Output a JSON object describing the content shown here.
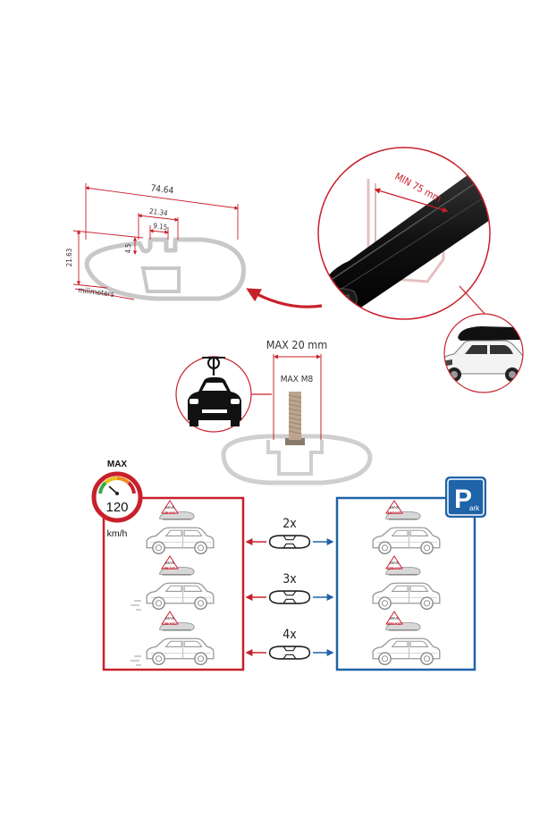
{
  "profile": {
    "width_dim": "74.64",
    "height_dim": "21.63",
    "slot_outer_dim": "21.34",
    "slot_inner_dim": "9.15",
    "slot_depth_dim": "4.5",
    "unit_label": "milimeters"
  },
  "zoom": {
    "min_label": "MIN 75 mm"
  },
  "bolt": {
    "max_length": "MAX 20 mm",
    "bolt_size": "MAX M8"
  },
  "speed_sign": {
    "max_label": "MAX",
    "speed_value": "120",
    "speed_unit": "km/h"
  },
  "park_sign": {
    "letter": "P",
    "suffix": "ark"
  },
  "loads": [
    {
      "support_count": "2x",
      "driving_load": "25 KG",
      "parked_load": "150 KG"
    },
    {
      "support_count": "3x",
      "driving_load": "35 KG",
      "parked_load": "225 KG"
    },
    {
      "support_count": "4x",
      "driving_load": "25 KG",
      "parked_load": "300 KG"
    }
  ],
  "car_sign_label": "MAX",
  "colors": {
    "accent_red": "#c8202b",
    "accent_blue": "#1f63a8",
    "bar_black": "#141414",
    "profile_gray": "#c8c8c8"
  }
}
